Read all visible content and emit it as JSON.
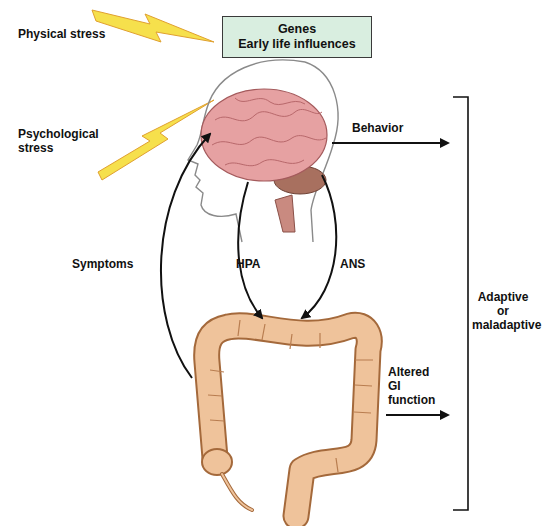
{
  "diagram": {
    "nodes": [
      {
        "text": [
          "Genes",
          "Early life influences"
        ]
      }
    ],
    "labels": [
      "Physical stress",
      "Psychological stress",
      "Behavior",
      "Symptoms",
      "HPA",
      "ANS",
      "Altered GI function",
      "Adaptive or maladaptive"
    ]
  }
}
